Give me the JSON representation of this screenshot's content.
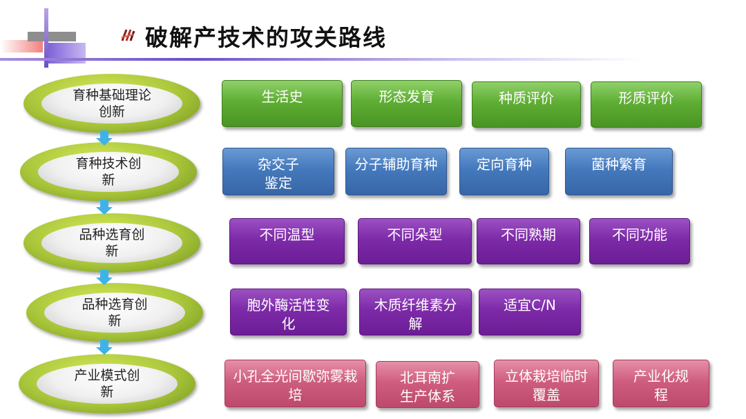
{
  "title": "破解产技术的攻关路线",
  "icon": "dna-icon",
  "colors": {
    "green": "#5fae34",
    "blue": "#4479bd",
    "purple": "#7d2aa8",
    "pink": "#cf5d7f",
    "oval": "#a9c63a",
    "arrow": "#41b2e8"
  },
  "rows": [
    {
      "label": "育种基础理论\n创新",
      "items": [
        "生活史",
        "形态发育",
        "种质评价",
        "形质评价"
      ]
    },
    {
      "label": "育种技术创\n新",
      "items": [
        "杂交子\n鉴定",
        "分子辅助育种",
        "定向育种",
        "菌种繁育"
      ]
    },
    {
      "label": "品种选育创\n新",
      "items": [
        "不同温型",
        "不同朵型",
        "不同熟期",
        "不同功能"
      ]
    },
    {
      "label": "品种选育创\n新",
      "items": [
        "胞外酶活性变\n化",
        "木质纤维素分\n解",
        "适宜C/N"
      ]
    },
    {
      "label": "产业模式创\n新",
      "items": [
        "小孔全光间歇弥雾栽\n培",
        "北耳南扩\n生产体系",
        "立体栽培临时\n覆盖",
        "产业化规\n程"
      ]
    }
  ]
}
